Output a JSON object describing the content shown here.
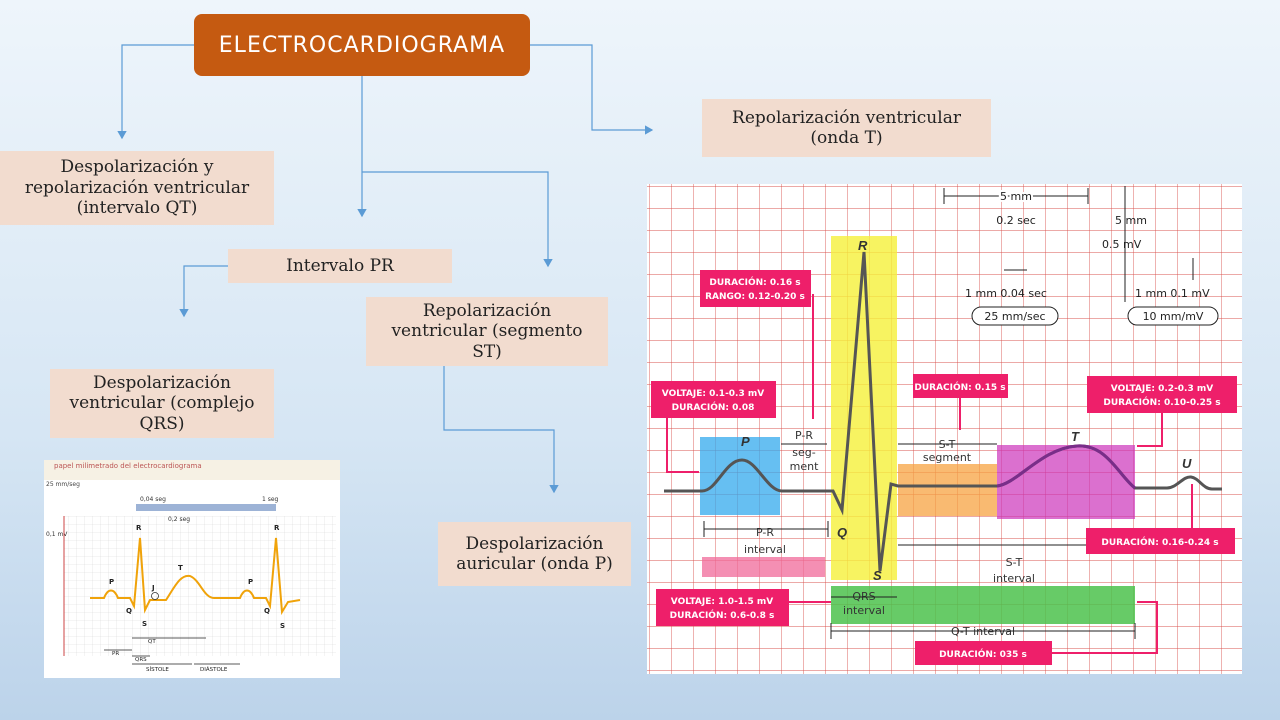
{
  "title": "ELECTROCARDIOGRAMA",
  "nodes": {
    "qt": "Despolarización y repolarización ventricular (intervalo QT)",
    "t_wave": "Repolarización ventricular (onda T)",
    "pr": "Intervalo PR",
    "st": "Repolarización ventricular (segmento ST)",
    "qrs": "Despolarización ventricular (complejo QRS)",
    "p_wave": "Despolarización auricular (onda P)"
  },
  "ecg": {
    "scale": {
      "big_square": "5 mm",
      "big_time": "0.2 sec",
      "big_volt_mm": "5 mm",
      "big_volt": "0.5 mV",
      "small_time": "1 mm  0.04 sec",
      "small_volt": "1 mm  0.1 mV",
      "speed": "25 mm/sec",
      "gain": "10 mm/mV"
    },
    "wave_labels": {
      "P": "P",
      "Q": "Q",
      "R": "R",
      "S": "S",
      "T": "T",
      "U": "U"
    },
    "segment_labels": {
      "pr_segment": [
        "P-R",
        "seg-",
        "ment"
      ],
      "pr_interval": [
        "P-R",
        "interval"
      ],
      "st_segment": [
        "S-T",
        "segment"
      ],
      "st_interval": [
        "S-T",
        "interval"
      ],
      "qrs_interval": [
        "QRS",
        "interval"
      ],
      "qt_interval": "Q-T  interval"
    },
    "callouts": {
      "pr": [
        "DURACIÓN: 0.16 s",
        "RANGO: 0.12-0.20 s"
      ],
      "p": [
        "VOLTAJE: 0.1-0.3 mV",
        "DURACIÓN: 0.08"
      ],
      "st": [
        "DURACIÓN: 0.15 s"
      ],
      "t": [
        "VOLTAJE: 0.2-0.3 mV",
        "DURACIÓN: 0.10-0.25 s"
      ],
      "u": [
        "DURACIÓN: 0.16-0.24 s"
      ],
      "qrs": [
        "VOLTAJE: 1.0-1.5 mV",
        "DURACIÓN: 0.6-0.8 s"
      ],
      "qt": [
        "DURACIÓN: 035 s"
      ]
    },
    "colors": {
      "grid": "#d9534f",
      "trace": "#555555",
      "callout": "#ee1f6a",
      "p_box": "#33aaee",
      "qrs_box": "#f5f03a",
      "st_box": "#f7a341",
      "t_box": "#cc33bb",
      "qrs_bar": "#4cc24c",
      "pr_bar": "#f06a9a"
    }
  },
  "mini": {
    "title": "papel milimetrado del electrocardiograma",
    "speed": "25 mm/seg",
    "t1": "0,04 seg",
    "t2": "1 seg",
    "t3": "0,2 seg",
    "volt": "0,1 mV",
    "labels": {
      "R": "R",
      "P": "P",
      "Q": "Q",
      "S": "S",
      "T": "T",
      "J": "J"
    },
    "bottom": {
      "qt": "QT",
      "pr": "PR",
      "qrs": "QRS",
      "sistole": "SÍSTOLE",
      "diastole": "DIÁSTOLE"
    }
  }
}
